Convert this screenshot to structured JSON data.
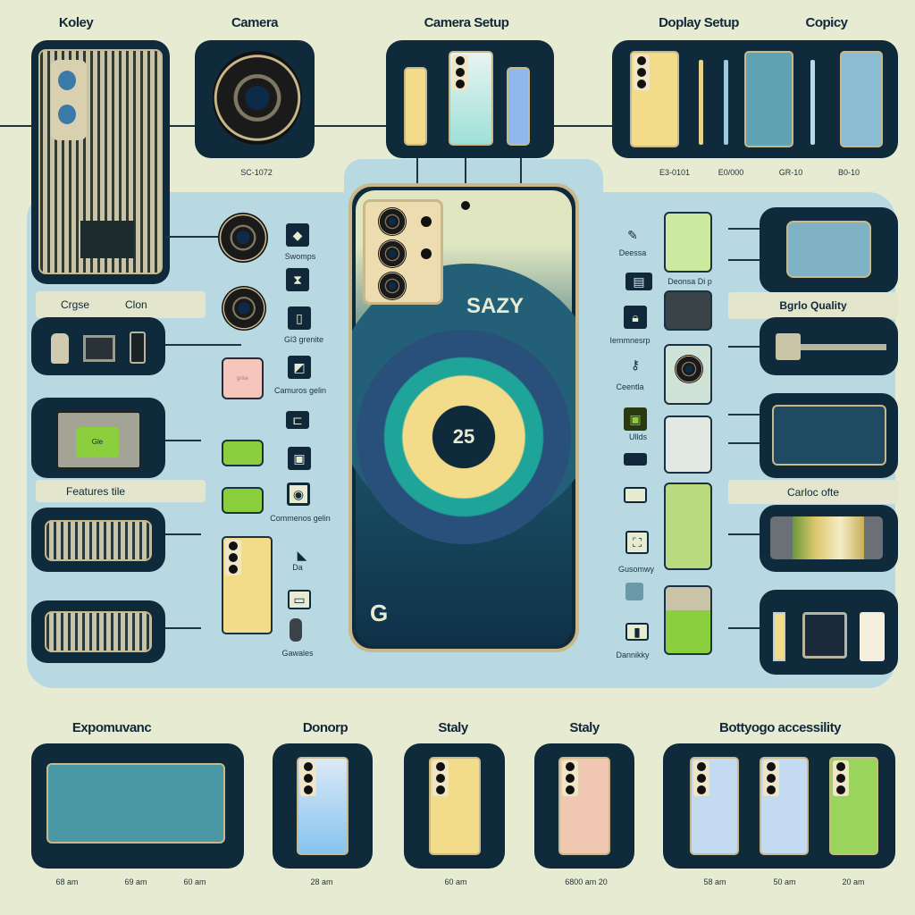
{
  "top_labels": [
    "Koley",
    "Camera",
    "Camera Setup",
    "Doplay Setup",
    "Copicy"
  ],
  "top_sublabels": [
    "SC-1072",
    "E3-0101",
    "E0/000",
    "GR-10",
    "B0-10"
  ],
  "center_phone": {
    "brand": "SAZY",
    "badge": "25",
    "logo": "G"
  },
  "left_bands": [
    "Crgse",
    "Clon",
    "Features tile"
  ],
  "left_icon_labels": [
    "Swomps",
    "Gl3 grenite",
    "Camuros gelin",
    "Commenos gelin",
    "Da",
    "Gawales"
  ],
  "pink_card_text": "grise",
  "chip_text": "Gle",
  "right_icon_labels": [
    "Deessa",
    "Deonsa Di p",
    "Iemmnesrp",
    "Ceentla",
    "Ullds",
    "Gusomwy",
    "Dannikky"
  ],
  "right_bands": [
    "Bgrlo Quality",
    "Carloc ofte"
  ],
  "bottom_labels": [
    "Expomuvanc",
    "Donorp",
    "Staly",
    "Staly",
    "Bottyogo accessility"
  ],
  "bottom_sublabels": [
    "68 am",
    "69 am",
    "60 am",
    "28 am",
    "60 am",
    "6800 am 20",
    "58 am",
    "50 am",
    "20 am"
  ],
  "colors": {
    "background": "#e7ebd2",
    "panel": "#0f2a3b",
    "region": "#b9d9e2",
    "accent_green": "#8ccf3e",
    "accent_yellow": "#f2dc8a"
  }
}
